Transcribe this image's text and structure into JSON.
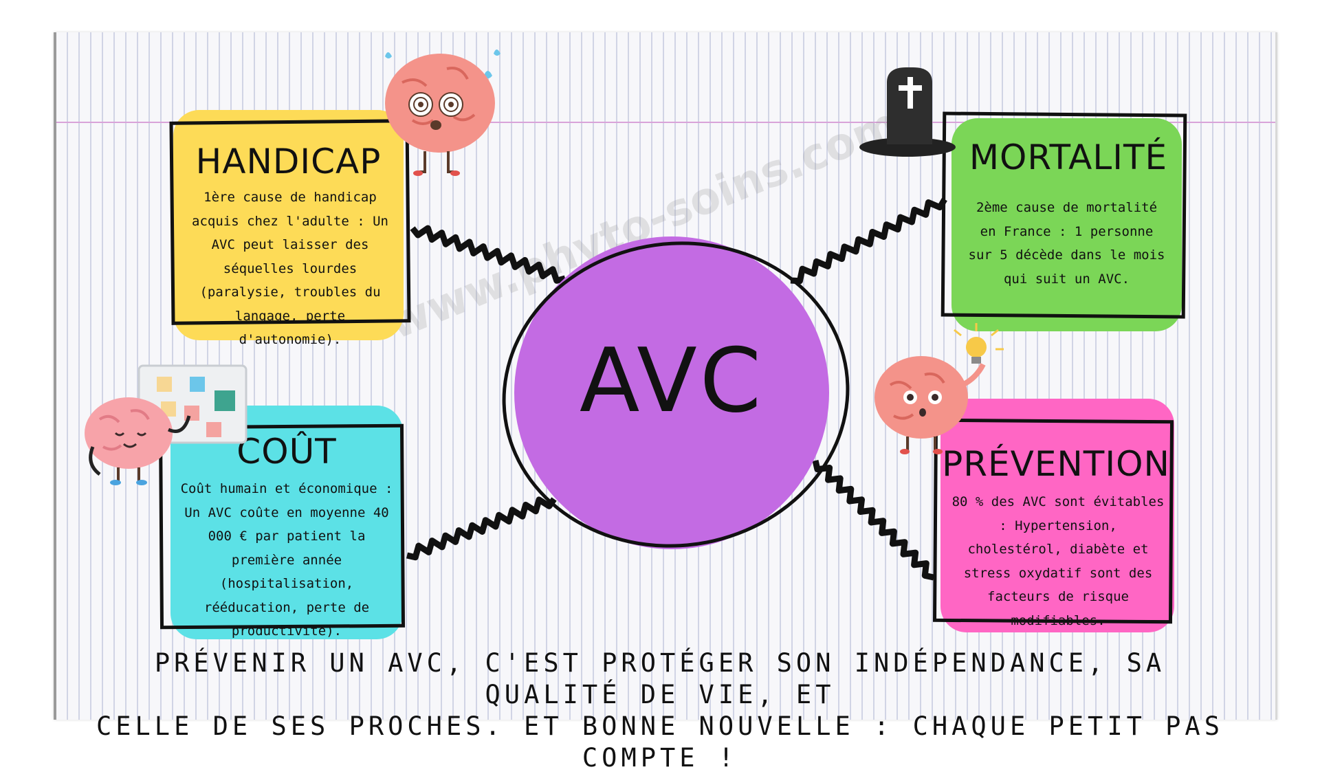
{
  "center": {
    "title": "AVC"
  },
  "watermark": "www.phyto-soins.com",
  "cards": {
    "handicap": {
      "title": "HANDICAP",
      "body": "1ère cause de handicap acquis chez l'adulte : Un AVC peut laisser des séquelles lourdes (paralysie, troubles du langage, perte d'autonomie).",
      "color": "#fddb57"
    },
    "mortalite": {
      "title": "MORTALITÉ",
      "body": "2ème cause de mortalité en France : 1 personne sur 5 décède dans le mois qui suit un AVC.",
      "color": "#7bd657"
    },
    "cout": {
      "title": "COÛT",
      "body": "Coût humain et économique : Un AVC coûte en moyenne 40 000 € par patient la première année (hospitalisation, rééducation, perte de productivité).",
      "color": "#5ce1e6"
    },
    "prevention": {
      "title": "PRÉVENTION",
      "body": "80 % des AVC sont évitables : Hypertension, cholestérol, diabète et stress oxydatif sont des facteurs de risque modifiables.",
      "color": "#ff66c4"
    }
  },
  "footer": {
    "line1": "PRÉVENIR UN AVC, C'EST PROTÉGER SON INDÉPENDANCE, SA QUALITÉ DE VIE, ET",
    "line2": "CELLE DE SES PROCHES. ET BONNE NOUVELLE : CHAQUE PETIT PAS COMPTE !"
  },
  "colors": {
    "center": "#c36be3",
    "paper": "#f7f7fa",
    "margin_line": "#d9a3d9",
    "brain": "#f4938a"
  },
  "icons": [
    "dizzy-brain-icon",
    "tombstone-icon",
    "thinking-brain-icon",
    "lightbulb-icon",
    "presenting-brain-icon",
    "sticky-note-board-icon"
  ]
}
